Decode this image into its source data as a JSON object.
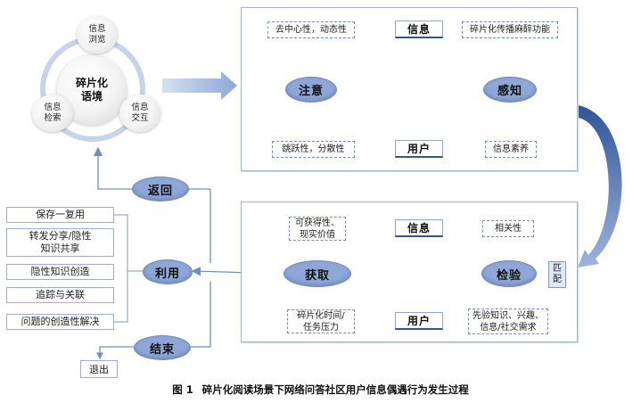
{
  "context": {
    "center": "碎片化\n语境",
    "browse": "信息\n浏览",
    "search": "信息\n检索",
    "interact": "信息\n交互"
  },
  "top_panel": {
    "info_tag": "信息",
    "user_tag": "用户",
    "attention": "注意",
    "perception": "感知",
    "box_decentral": "去中心性，动态性",
    "box_fragment": "碎片化传播麻醉功能",
    "box_jump": "跳跃性，分散性",
    "box_literacy": "信息素养"
  },
  "bottom_panel": {
    "info_tag": "信息",
    "user_tag": "用户",
    "acquire": "获取",
    "inspect": "检验",
    "box_value": "可获得性、\n现实价值",
    "box_relevance": "相关性",
    "box_time": "碎片化时间/\n任务压力",
    "box_prior": "先验知识、兴趣、\n信息/社交需求",
    "match": "匹\n配"
  },
  "left": {
    "return": "返回",
    "use": "利用",
    "end": "结束",
    "exit": "退出",
    "uses": [
      "保存一复用",
      "转发分享/隐性\n知识共享",
      "隐性知识创造",
      "追踪与关联",
      "问题的创造性解决"
    ]
  },
  "caption": {
    "number": "图 1",
    "text": "碎片化阅读场景下网络问答社区用户信息偶遇行为发生过程"
  },
  "colors": {
    "ellipse_fill": "#8ea7d7",
    "arrow": "#6f8fbf",
    "dark_blue": "#2f5597",
    "panel_border": "#9fb6d6"
  }
}
